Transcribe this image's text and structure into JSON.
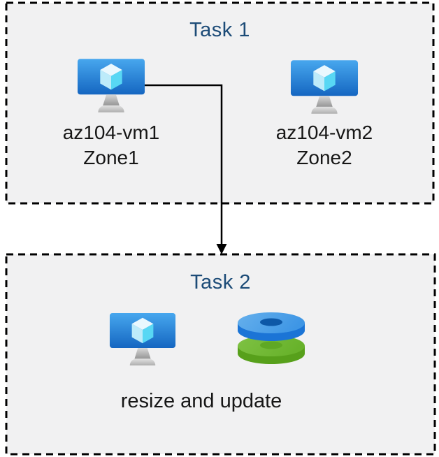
{
  "task1": {
    "title": "Task 1",
    "vms": [
      {
        "name": "az104-vm1",
        "zone": "Zone1",
        "icon": "virtual-machine-icon"
      },
      {
        "name": "az104-vm2",
        "zone": "Zone2",
        "icon": "virtual-machine-icon"
      }
    ]
  },
  "task2": {
    "title": "Task 2",
    "caption": "resize and update",
    "icons": [
      "virtual-machine-icon",
      "managed-disks-icon"
    ]
  },
  "connector": {
    "from": "az104-vm1",
    "to": "Task 2",
    "style": "elbow-arrow-down"
  },
  "colors": {
    "title_text": "#1C4B77",
    "box_fill": "#F1F1F2",
    "box_border": "#000000",
    "label_text": "#161616",
    "vm_screen_top": "#47A7EE",
    "vm_screen_bottom": "#1566C1",
    "cube_top": "#EAF8FE",
    "cube_left": "#BDEBFA",
    "cube_right": "#58D7F4",
    "disk_blue_top": "#4B9FE7",
    "disk_blue_side": "#1B74D6",
    "disk_blue_hole": "#0D58A7",
    "disk_green_top": "#73BB36",
    "disk_green_side": "#57A01B",
    "disk_green_hole": "#5FA824"
  }
}
